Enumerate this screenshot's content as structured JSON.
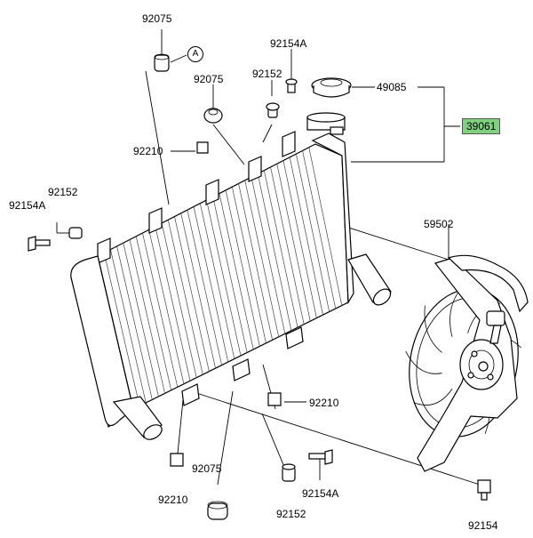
{
  "labels": {
    "p92075_top": "92075",
    "circle_a": "A",
    "p92154a_top": "92154A",
    "p92075_mid": "92075",
    "p92152_top": "92152",
    "p49085": "49085",
    "p39061": "39061",
    "p92210_top": "92210",
    "p92152_left": "92152",
    "p92154a_left": "92154A",
    "p59502": "59502",
    "p92210_right": "92210",
    "p92075_bottom": "92075",
    "p92210_bottom": "92210",
    "p92154a_bottom": "92154A",
    "p92152_bottom": "92152",
    "p92154_right": "92154"
  },
  "colors": {
    "highlight": "#7fd07f",
    "line": "#000000"
  }
}
